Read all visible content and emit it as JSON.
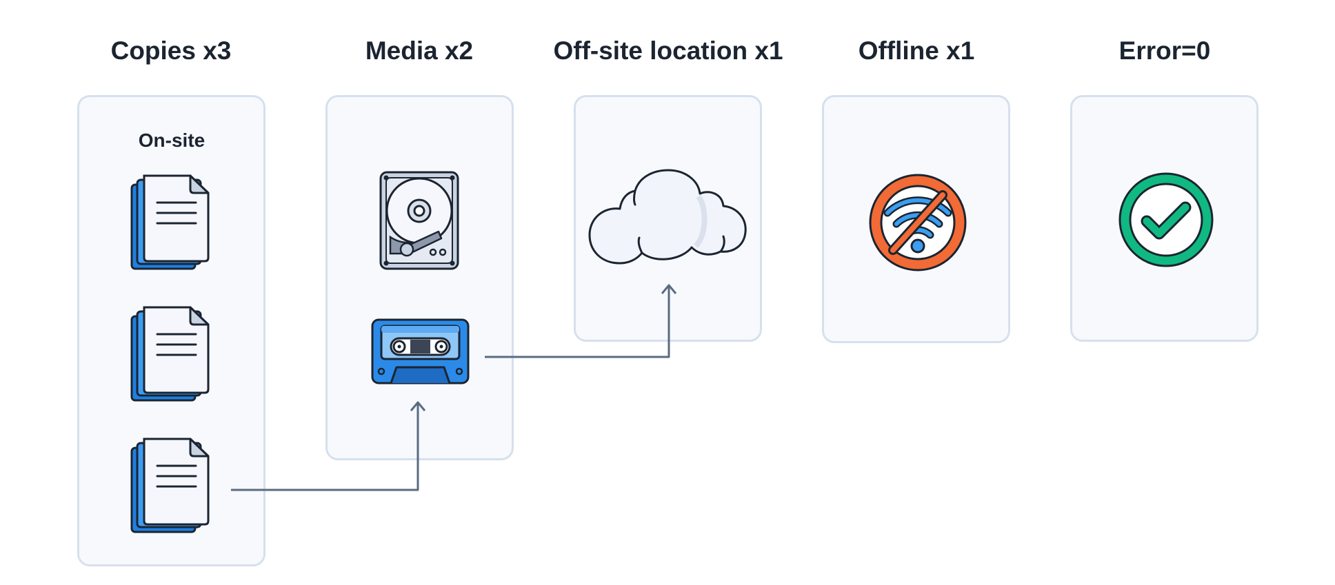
{
  "columns": [
    {
      "title": "Copies x3",
      "subtitle": "On-site",
      "icons": [
        "document-stack-icon",
        "document-stack-icon",
        "document-stack-icon"
      ]
    },
    {
      "title": "Media x2",
      "icons": [
        "hard-drive-icon",
        "cassette-tape-icon"
      ]
    },
    {
      "title": "Off-site location x1",
      "icons": [
        "cloud-icon"
      ]
    },
    {
      "title": "Offline x1",
      "icons": [
        "no-wifi-icon"
      ]
    },
    {
      "title": "Error=0",
      "icons": [
        "check-circle-icon"
      ]
    }
  ],
  "colors": {
    "panel_bg": "#f7f9fd",
    "panel_border": "#d6e0ee",
    "outline": "#1b2430",
    "document_blue": "#1f7fe0",
    "tape_blue": "#2b8ae8",
    "no_wifi_orange": "#f26a35",
    "check_green": "#10b981",
    "connector": "#5a6b80"
  }
}
